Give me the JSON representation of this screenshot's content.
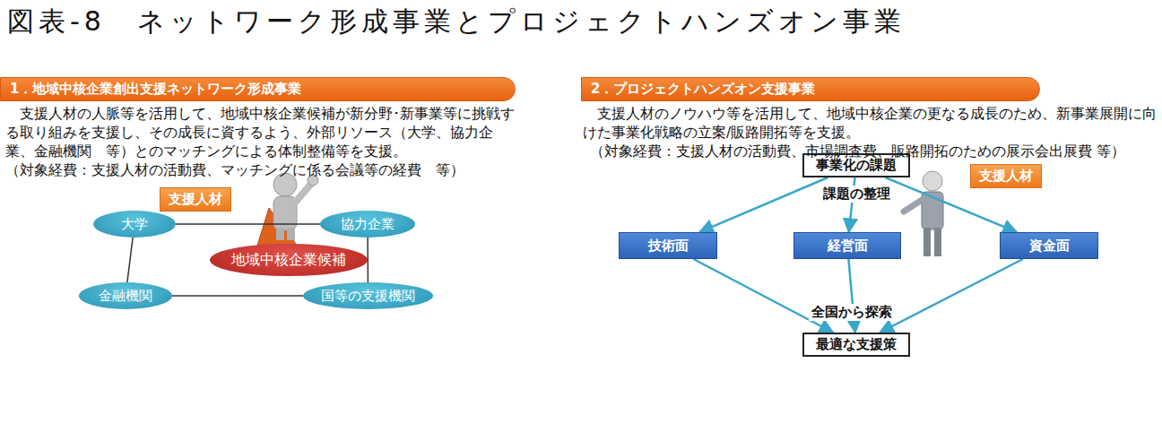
{
  "diagram": {
    "title": "図表-8　ネットワーク形成事業とプロジェクトハンズオン事業",
    "nodes": [
      {
        "text": [
          "1．地域中核企業創出支援ネットワーク形成事業"
        ]
      },
      {
        "text": [
          "支援人材"
        ]
      },
      {
        "text": [
          "大学"
        ]
      },
      {
        "text": [
          "協力企業"
        ]
      },
      {
        "text": [
          "地域中核企業候補"
        ]
      },
      {
        "text": [
          "金融機関"
        ]
      },
      {
        "text": [
          "国等の支援機関"
        ]
      },
      {
        "text": [
          "2．プロジェクトハンズオン支援事業"
        ]
      },
      {
        "text": [
          "事業化の課題"
        ]
      },
      {
        "text": [
          "支援人材"
        ]
      },
      {
        "text": [
          "技術面"
        ]
      },
      {
        "text": [
          "経営面"
        ]
      },
      {
        "text": [
          "資金面"
        ]
      },
      {
        "text": [
          "最適な支援策"
        ]
      }
    ],
    "edges": [
      {
        "from": 2,
        "to": 3,
        "arrow": "none"
      },
      {
        "from": 2,
        "to": 5,
        "arrow": "none"
      },
      {
        "from": 5,
        "to": 6,
        "arrow": "none"
      },
      {
        "from": 3,
        "to": 6,
        "arrow": "none"
      },
      {
        "from": 8,
        "to": 10,
        "arrow": "to"
      },
      {
        "from": 8,
        "to": 11,
        "arrow": "to"
      },
      {
        "from": 8,
        "to": 12,
        "arrow": "to"
      },
      {
        "from": 10,
        "to": 13,
        "arrow": "to"
      },
      {
        "from": 11,
        "to": 13,
        "arrow": "to"
      },
      {
        "from": 12,
        "to": 13,
        "arrow": "to"
      }
    ],
    "labels": [
      "支援人材の人脈等を活用して、地域中核企業候補が新分野･新事業等に挑戦する取り組みを支援し、その成長に資するよう、外部リソース（大学、協力企業、金融機関　等）とのマッチングによる体制整備等を支援。",
      "（対象経費：支援人材の活動費、マッチングに係る会議等の経費　等）",
      "支援人材のノウハウ等を活用して、地域中核企業の更なる成長のため、新事業展開に向けた事業化戦略の立案/販路開拓等を支援。",
      "（対象経費：支援人材の活動費、市場調査費、販路開拓のための展示会出展費 等）",
      "課題の整理",
      "全国から探索"
    ]
  }
}
